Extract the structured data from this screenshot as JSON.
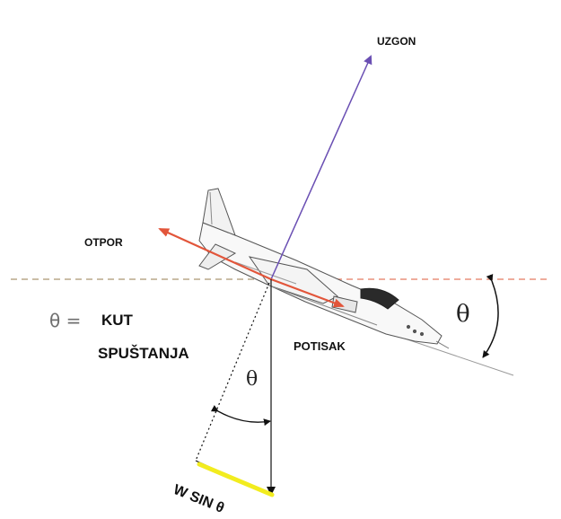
{
  "labels": {
    "lift": "UZGON",
    "drag": "OTPOR",
    "thrust": "POTISAK",
    "theta_def_symbol": "θ =",
    "theta_def_line1": "KUT",
    "theta_def_line2": "SPUŠTANJA",
    "theta_angle_right": "θ",
    "theta_angle_weight": "θ",
    "weight_component": "W SIN θ"
  },
  "colors": {
    "lift_arrow": "#6a4fb3",
    "drag_arrow": "#e2553a",
    "horizon_left": "#b9a789",
    "horizon_right": "#e8907c",
    "weight_component_highlight": "#f2ec1f"
  }
}
